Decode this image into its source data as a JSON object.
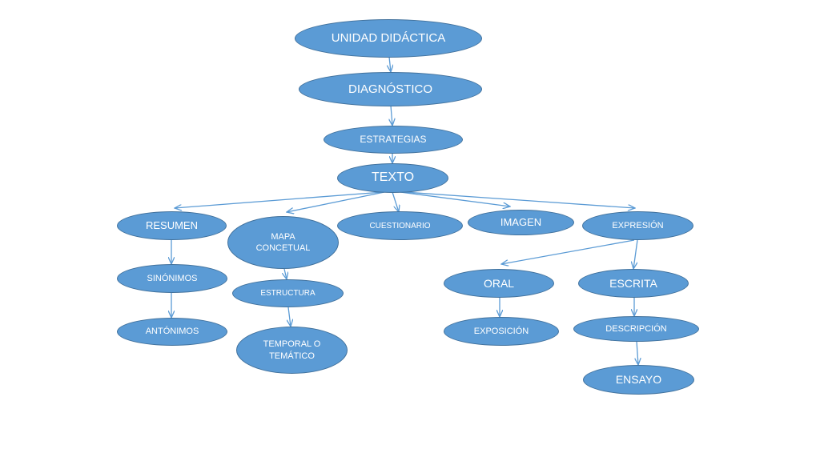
{
  "colors": {
    "node_fill": "#5B9BD5",
    "node_border": "#41719C",
    "edge": "#5B9BD5",
    "text": "#ffffff"
  },
  "nodes": {
    "unidad": "UNIDAD DIDÁCTICA",
    "diagnostico": "DIAGNÓSTICO",
    "estrategias": "ESTRATEGIAS",
    "texto": "TEXTO",
    "resumen": "RESUMEN",
    "mapa": "MAPA\nCONCETUAL",
    "cuestionario": "CUESTIONARIO",
    "imagen": "IMAGEN",
    "expresion": "EXPRESIÓN",
    "sinonimos": "SINÓNIMOS",
    "antonimos": "ANTÓNIMOS",
    "estructura": "ESTRUCTURA",
    "temporal": "TEMPORAL  O\nTEMÁTICO",
    "oral": "ORAL",
    "escrita": "ESCRITA",
    "exposicion": "EXPOSICIÓN",
    "descripcion": "DESCRIPCIÓN",
    "ensayo": "ENSAYO"
  }
}
